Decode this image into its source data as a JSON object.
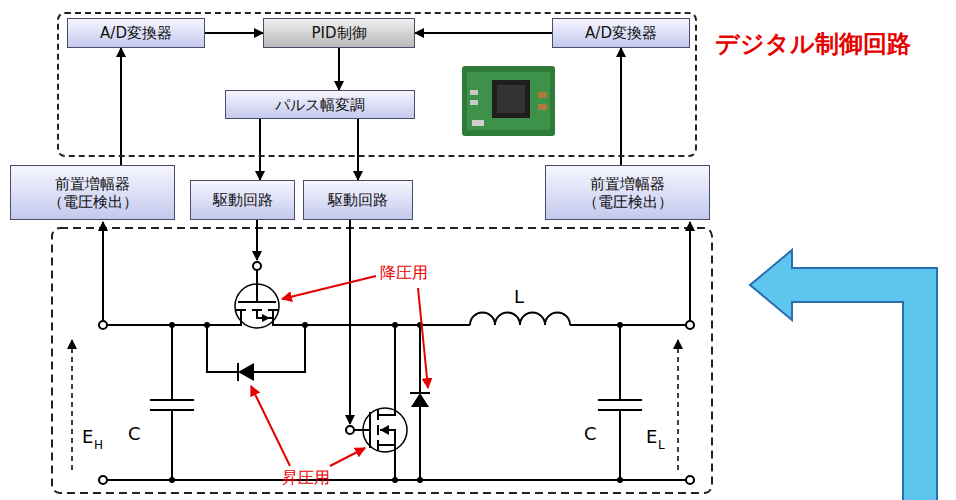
{
  "diagram": {
    "nodes": [
      {
        "text": [
          "デジタル制御回路"
        ]
      },
      {
        "text": [
          "A/D変換器"
        ],
        "in": 0
      },
      {
        "text": [
          "PID制御"
        ],
        "in": 0
      },
      {
        "text": [
          "A/D変換器"
        ],
        "in": 0
      },
      {
        "text": [
          "パルス幅変調"
        ],
        "in": 0
      },
      {
        "text": [
          "前置増幅器 （電圧検出）"
        ]
      },
      {
        "text": [
          "駆動回路"
        ]
      },
      {
        "text": [
          "駆動回路"
        ]
      },
      {
        "text": [
          "前置増幅器 （電圧検出）"
        ]
      }
    ],
    "edges": [
      {
        "from": 1,
        "to": 2,
        "arrow": "to"
      },
      {
        "from": 3,
        "to": 2,
        "arrow": "to"
      },
      {
        "from": 2,
        "to": 4,
        "arrow": "to"
      },
      {
        "from": 4,
        "to": 6,
        "arrow": "to"
      },
      {
        "from": 4,
        "to": 7,
        "arrow": "to"
      },
      {
        "from": 5,
        "to": 1,
        "arrow": "to"
      },
      {
        "from": 8,
        "to": 3,
        "arrow": "to"
      }
    ],
    "labels": [
      "降圧用",
      "L",
      "C",
      "E",
      "H",
      "C",
      "E",
      "L",
      "昇圧用"
    ]
  }
}
